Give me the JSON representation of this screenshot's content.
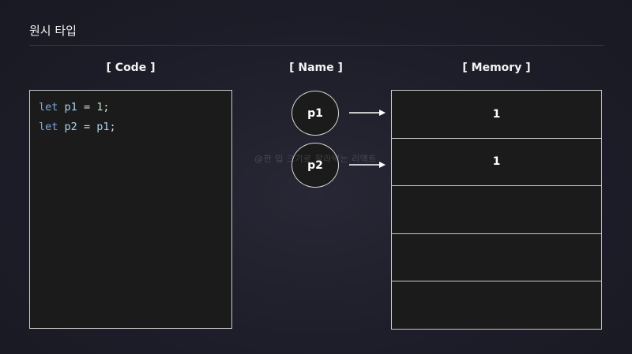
{
  "title": "원시 타입",
  "headers": {
    "code": "[ Code ]",
    "name": "[ Name ]",
    "memory": "[ Memory ]"
  },
  "code_lines": [
    {
      "keyword": "let",
      "name": "p1",
      "op": "=",
      "value": "1",
      "end": ";"
    },
    {
      "keyword": "let",
      "name": "p2",
      "op": "=",
      "value": "p1",
      "end": ";"
    }
  ],
  "names": [
    "p1",
    "p2"
  ],
  "memory_cells": [
    "1",
    "1",
    "",
    "",
    ""
  ],
  "watermark": "@한 입 크기로 잘라먹는 리액트",
  "colors": {
    "background": "#1d1d29",
    "box_fill": "#1b1b1b",
    "border": "#c9c9c9",
    "keyword": "#7aa8dd",
    "identifier": "#a9d3ef",
    "number": "#bde3c3"
  }
}
